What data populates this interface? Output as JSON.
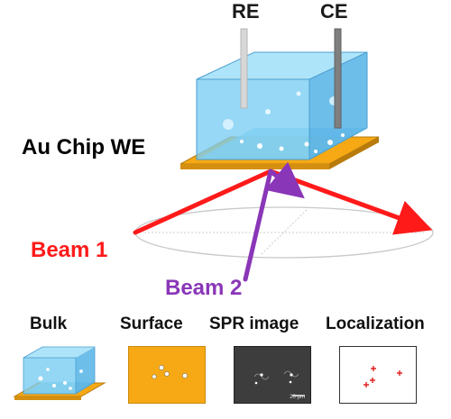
{
  "labels": {
    "reference_electrode": "RE",
    "counter_electrode": "CE",
    "working_electrode": "Au Chip WE",
    "beam1": "Beam 1",
    "beam2": "Beam 2"
  },
  "panels": {
    "bulk": "Bulk",
    "surface": "Surface",
    "spr_image": "SPR image",
    "localization": "Localization"
  },
  "scale_bar_text": "20 μm",
  "colors": {
    "beam1": "#ff1a1a",
    "beam2": "#8a36b8",
    "gold": "#f6a915",
    "liquid": "#5cc4f0"
  }
}
